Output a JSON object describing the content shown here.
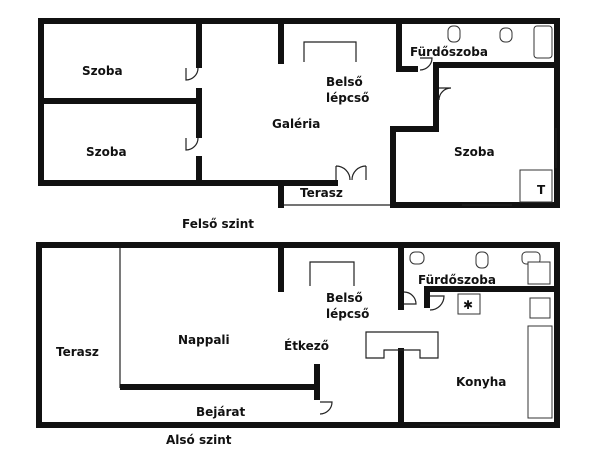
{
  "upper": {
    "caption": "Felső szint",
    "rooms": {
      "room1": "Szoba",
      "room2": "Szoba",
      "gallery": "Galéria",
      "stairs_line1": "Belső",
      "stairs_line2": "lépcső",
      "bathroom": "Fürdőszoba",
      "room3": "Szoba",
      "terrace": "Terasz",
      "t_mark": "T"
    }
  },
  "lower": {
    "caption": "Alsó szint",
    "rooms": {
      "terrace": "Terasz",
      "living": "Nappali",
      "stairs_line1": "Belső",
      "stairs_line2": "lépcső",
      "dining": "Étkező",
      "bathroom": "Fürdőszoba",
      "kitchen": "Konyha",
      "entrance": "Bejárat"
    }
  },
  "colors": {
    "wall": "#111111",
    "background": "#ffffff"
  }
}
